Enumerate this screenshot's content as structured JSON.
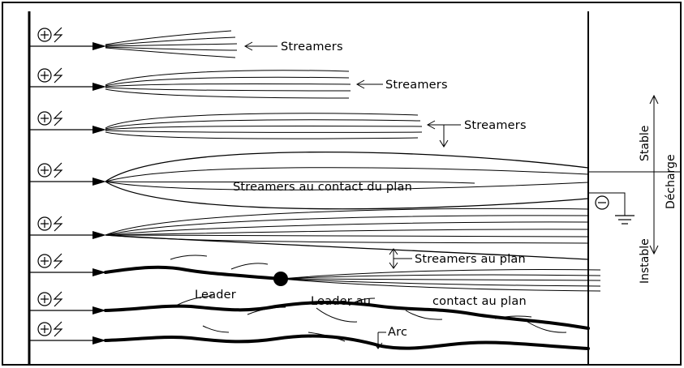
{
  "labels": {
    "streamers_1": "Streamers",
    "streamers_2": "Streamers",
    "streamers_3": "Streamers",
    "streamers_contact": "Streamers au contact du plan",
    "streamers_au_plan": "Streamers au plan",
    "leader": "Leader",
    "leader_au": "Leader au",
    "contact_au_plan": "contact au plan",
    "arc": "Arc",
    "stable": "Stable",
    "instable": "Instable",
    "decharge": "Décharge"
  }
}
